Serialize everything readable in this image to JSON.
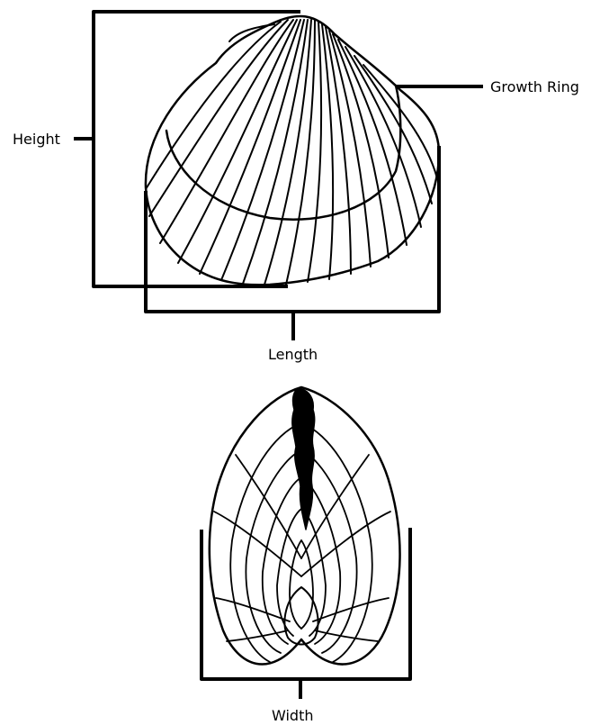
{
  "labels": {
    "height": "Height",
    "growth_ring": "Growth Ring",
    "length": "Length",
    "width": "Width"
  },
  "colors": {
    "ink": "#000000",
    "background": "#ffffff"
  },
  "figures": {
    "top": "shell-side-view",
    "bottom": "shell-front-view"
  }
}
